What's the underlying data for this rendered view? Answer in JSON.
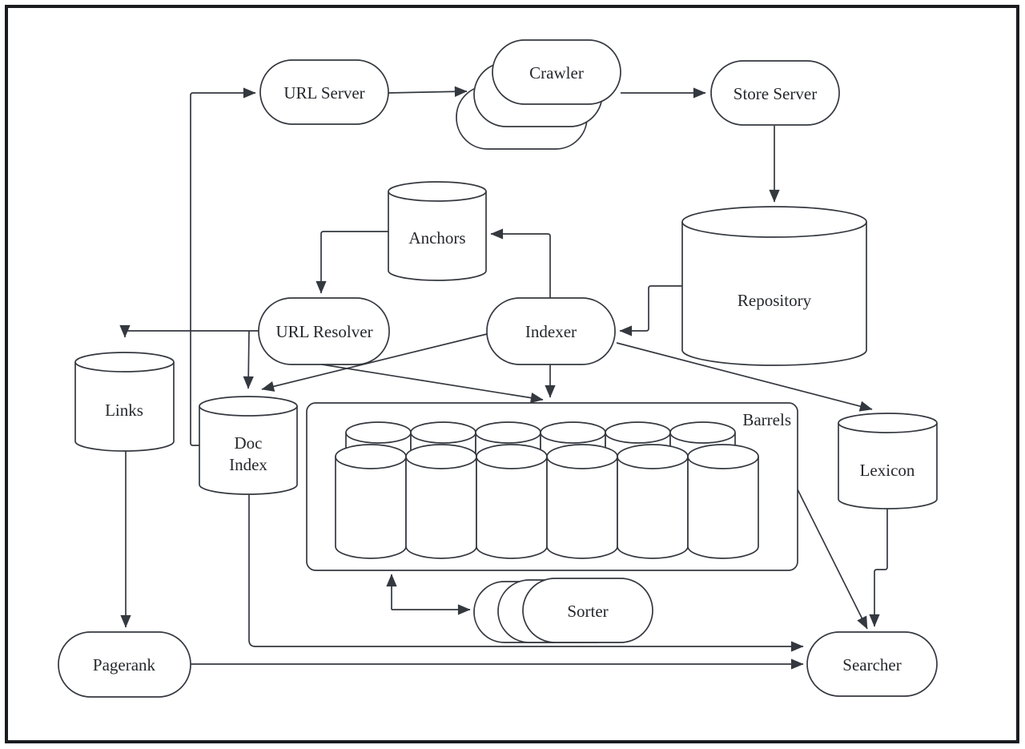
{
  "diagram_type": "flow-diagram",
  "colors": {
    "background": "#ffffff",
    "node_fill": "#ffffff",
    "line": "#34383f",
    "text": "#26282d",
    "frame": "#1a1c20"
  },
  "nodes": {
    "url_server": {
      "label": "URL Server",
      "shape": "stadium"
    },
    "crawler": {
      "label": "Crawler",
      "shape": "stadium-stack",
      "stack_count": 3
    },
    "store_server": {
      "label": "Store Server",
      "shape": "stadium"
    },
    "repository": {
      "label": "Repository",
      "shape": "cylinder"
    },
    "anchors": {
      "label": "Anchors",
      "shape": "cylinder"
    },
    "url_resolver": {
      "label": "URL Resolver",
      "shape": "stadium"
    },
    "indexer": {
      "label": "Indexer",
      "shape": "stadium"
    },
    "links": {
      "label": "Links",
      "shape": "cylinder"
    },
    "doc_index": {
      "label_line1": "Doc",
      "label_line2": "Index",
      "shape": "cylinder"
    },
    "barrels": {
      "label": "Barrels",
      "shape": "container-box",
      "cylinders_back_row": 6,
      "cylinders_front_row": 6
    },
    "lexicon": {
      "label": "Lexicon",
      "shape": "cylinder"
    },
    "sorter": {
      "label": "Sorter",
      "shape": "stadium-stack",
      "stack_count": 3
    },
    "pagerank": {
      "label": "Pagerank",
      "shape": "stadium"
    },
    "searcher": {
      "label": "Searcher",
      "shape": "stadium"
    }
  },
  "edges": [
    {
      "from": "Doc Index",
      "to": "URL Server"
    },
    {
      "from": "URL Server",
      "to": "Crawler"
    },
    {
      "from": "Crawler",
      "to": "Store Server"
    },
    {
      "from": "Store Server",
      "to": "Repository"
    },
    {
      "from": "Repository",
      "to": "Indexer"
    },
    {
      "from": "Indexer",
      "to": "Anchors"
    },
    {
      "from": "Anchors",
      "to": "URL Resolver"
    },
    {
      "from": "URL Resolver",
      "to": "Links"
    },
    {
      "from": "URL Resolver",
      "to": "Doc Index"
    },
    {
      "from": "URL Resolver",
      "to": "Barrels"
    },
    {
      "from": "Indexer",
      "to": "Doc Index"
    },
    {
      "from": "Indexer",
      "to": "Barrels"
    },
    {
      "from": "Indexer",
      "to": "Lexicon"
    },
    {
      "from": "Links",
      "to": "Pagerank"
    },
    {
      "from": "Doc Index",
      "to": "Searcher"
    },
    {
      "from": "Pagerank",
      "to": "Searcher"
    },
    {
      "from": "Barrels",
      "to": "Sorter",
      "bidirectional": true
    },
    {
      "from": "Barrels",
      "to": "Searcher"
    },
    {
      "from": "Lexicon",
      "to": "Searcher"
    }
  ]
}
